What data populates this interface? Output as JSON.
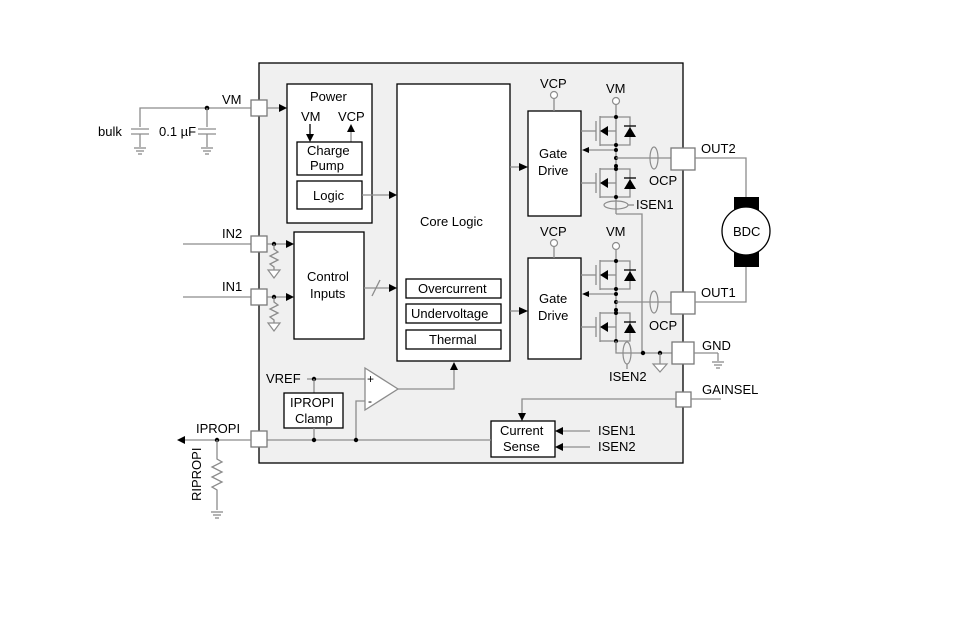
{
  "diagram": {
    "type": "block-diagram",
    "subject": "Brushed DC motor driver functional block diagram",
    "external": {
      "supply_pin": "VM",
      "bulk_cap": "bulk",
      "decoupling_cap": "0.1 µF",
      "inputs": [
        "IN2",
        "IN1"
      ],
      "ipropi_pin": "IPROPI",
      "ipropi_resistor": "RIPROPI",
      "motor": "BDC",
      "outputs": [
        "OUT2",
        "OUT1"
      ],
      "ground_pin": "GND",
      "gain_select_pin": "GAINSEL"
    },
    "blocks": {
      "power": {
        "title": "Power",
        "vm_label": "VM",
        "vcp_label": "VCP",
        "charge_pump_line1": "Charge",
        "charge_pump_line2": "Pump",
        "logic": "Logic"
      },
      "control_inputs_line1": "Control",
      "control_inputs_line2": "Inputs",
      "core_logic": "Core Logic",
      "protections": [
        "Overcurrent",
        "Undervoltage",
        "Thermal"
      ],
      "gate_drive_line1": "Gate",
      "gate_drive_line2": "Drive",
      "vcp": "VCP",
      "vm": "VM",
      "ocp": "OCP",
      "isen1": "ISEN1",
      "isen2": "ISEN2",
      "vref": "VREF",
      "comparator_plus": "+",
      "comparator_minus": "-",
      "ipropi_clamp_line1": "IPROPI",
      "ipropi_clamp_line2": "Clamp",
      "current_sense_line1": "Current",
      "current_sense_line2": "Sense"
    }
  }
}
